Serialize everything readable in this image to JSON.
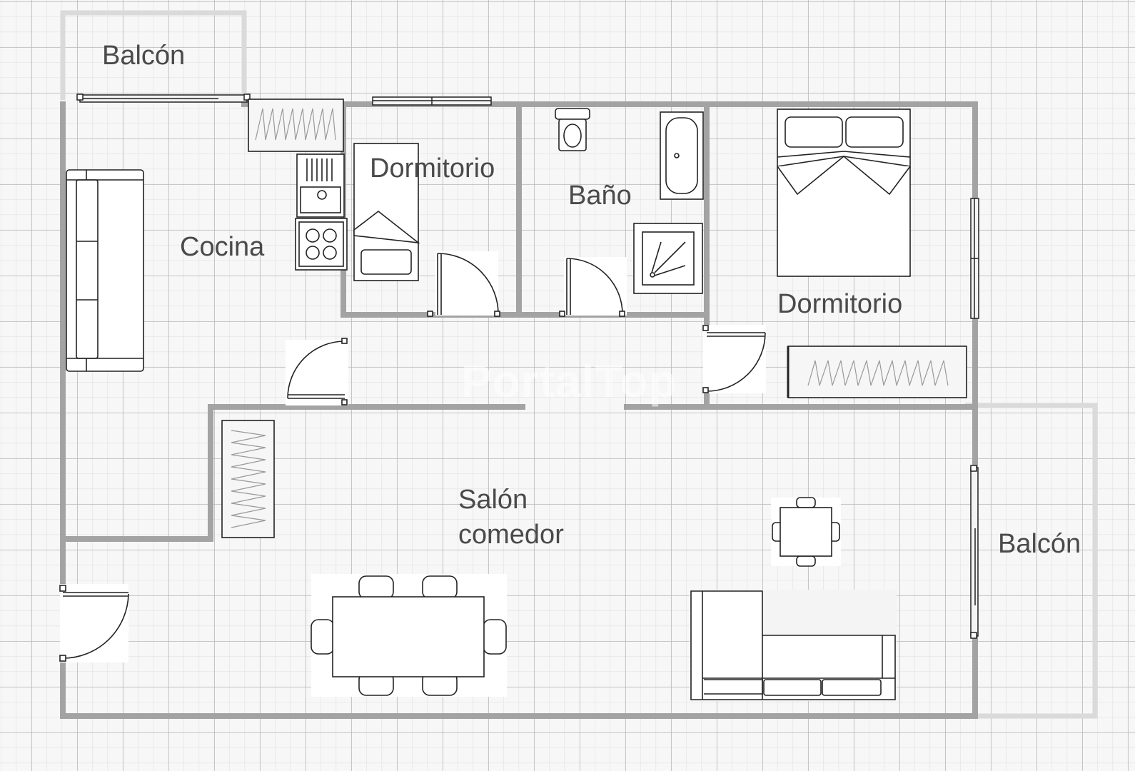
{
  "rooms": {
    "balcony_top": "Balcón",
    "kitchen": "Cocina",
    "bedroom_small": "Dormitorio",
    "bathroom": "Baño",
    "bedroom_master": "Dormitorio",
    "living_dining": "Salón\ncomedor",
    "balcony_right": "Balcón"
  },
  "watermark": "PortalTop",
  "colors": {
    "background": "#f7f7f7",
    "grid": "#c9c9c9",
    "wall": "#a3a3a3",
    "balcony_rail": "#dadada",
    "furniture_stroke": "#222222",
    "label": "#4a4a4a"
  }
}
